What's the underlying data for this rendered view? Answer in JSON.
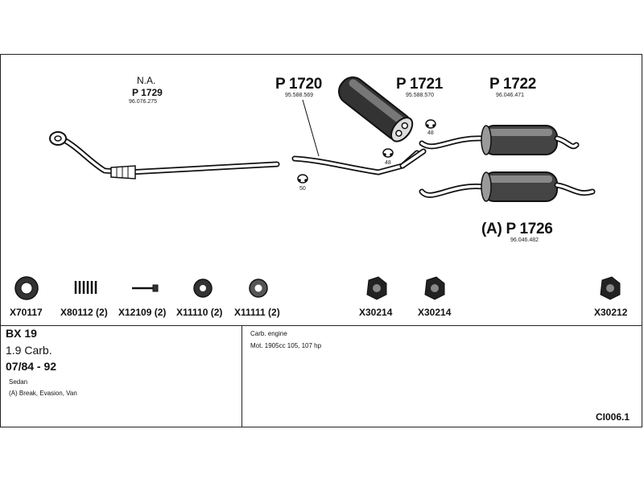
{
  "parts": {
    "p1729": {
      "top_label": "N.A.",
      "label": "P 1729",
      "number": "96.076.275"
    },
    "p1720": {
      "label": "P 1720",
      "number": "95.588.569"
    },
    "p1721": {
      "label": "P 1721",
      "number": "95.588.570"
    },
    "p1722": {
      "label": "P 1722",
      "number": "96.046.471"
    },
    "p1726": {
      "label": "(A) P 1726",
      "number": "96.046.482"
    }
  },
  "clamps": {
    "c1": "50",
    "c2": "48",
    "c3": "48"
  },
  "accessories": [
    {
      "code": "X70117"
    },
    {
      "code": "X80112 (2)"
    },
    {
      "code": "X12109 (2)"
    },
    {
      "code": "X11110 (2)"
    },
    {
      "code": "X11111 (2)"
    },
    {
      "code": "X30214"
    },
    {
      "code": "X30214"
    },
    {
      "code": "X30212"
    }
  ],
  "vehicle": {
    "model": "BX 19",
    "engine_size": "1.9 Carb.",
    "years": "07/84 - 92",
    "body": "Sedan",
    "variants": "(A) Break, Evasion, Van"
  },
  "engine": {
    "type": "Carb. engine",
    "spec": "Mot. 1905cc 105, 107 hp"
  },
  "catalog_code": "CI006.1"
}
